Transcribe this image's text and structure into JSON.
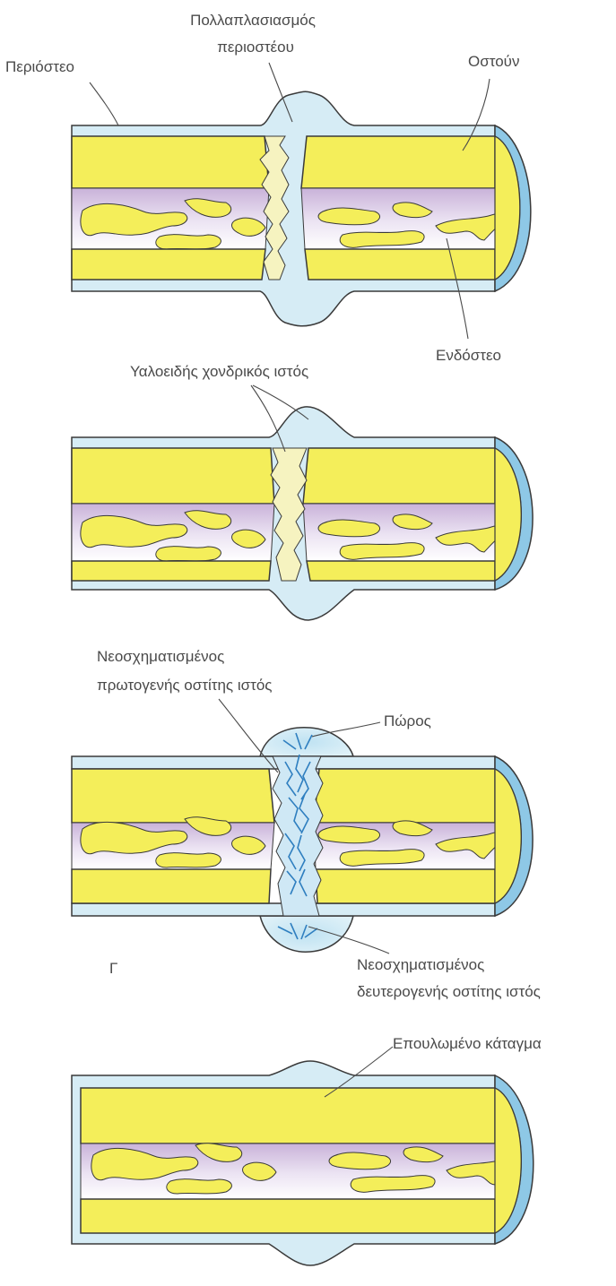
{
  "labels": {
    "periosteum": "Περιόστεο",
    "proliferation_line1": "Πολλαπλασιασμός",
    "proliferation_line2": "περιοστέου",
    "bone": "Οστούν",
    "endosteum": "Ενδόστεο",
    "hyaline_cartilage": "Υαλοειδής χονδρικός ιστός",
    "primary_line1": "Νεοσχηματισμένος",
    "primary_line2": "πρωτογενής οστίτης ιστός",
    "callus": "Πώρος",
    "secondary_line1": "Νεοσχηματισμένος",
    "secondary_line2": "δευτερογενής οστίτης ιστός",
    "stage_letter": "Γ",
    "healed_fracture": "Επουλωμένο κάταγμα"
  },
  "colors": {
    "periosteum": "#cfe9f4",
    "outline": "#3a3a3a",
    "bone": "#f4ee5a",
    "marrow": "#ffffff",
    "marrow_shade": "#cdb9dc",
    "cartilage": "#f6f3c0",
    "end_cap": "#8ec8e6",
    "callus_fibers": "#2f7fc0"
  }
}
